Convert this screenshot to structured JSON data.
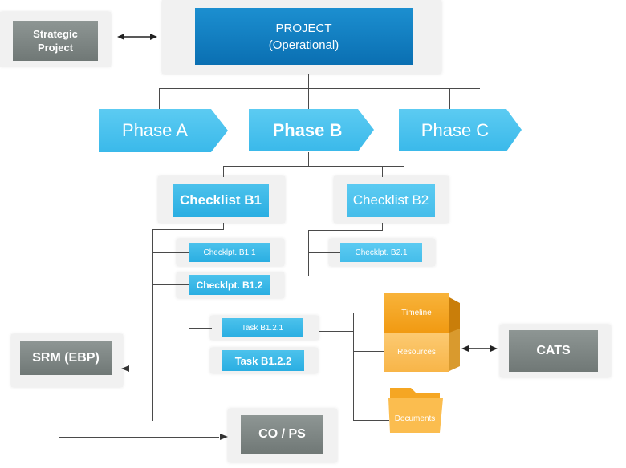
{
  "strategic_project": "Strategic Project",
  "project": {
    "line1": "PROJECT",
    "line2": "(Operational)"
  },
  "phases": [
    "Phase A",
    "Phase B",
    "Phase C"
  ],
  "checklists": [
    "Checklist B1",
    "Checklist B2"
  ],
  "checkpoints": [
    "Checklpt. B1.1",
    "Checklpt. B1.2",
    "Checklpt. B2.1"
  ],
  "tasks": [
    "Task B1.2.1",
    "Task B1.2.2"
  ],
  "boxes": {
    "timeline": "Timeline",
    "resources": "Resources",
    "documents": "Documents"
  },
  "systems": {
    "srm": "SRM (EBP)",
    "cats": "CATS",
    "co_ps": "CO / PS"
  },
  "colors": {
    "phase": "#4ec3ee",
    "project": "#0f78bb",
    "checklist": "#2ab0e4",
    "orange_top": "#f4a21a",
    "orange_bottom": "#fbbd56",
    "system_gray": "#7c8482"
  }
}
